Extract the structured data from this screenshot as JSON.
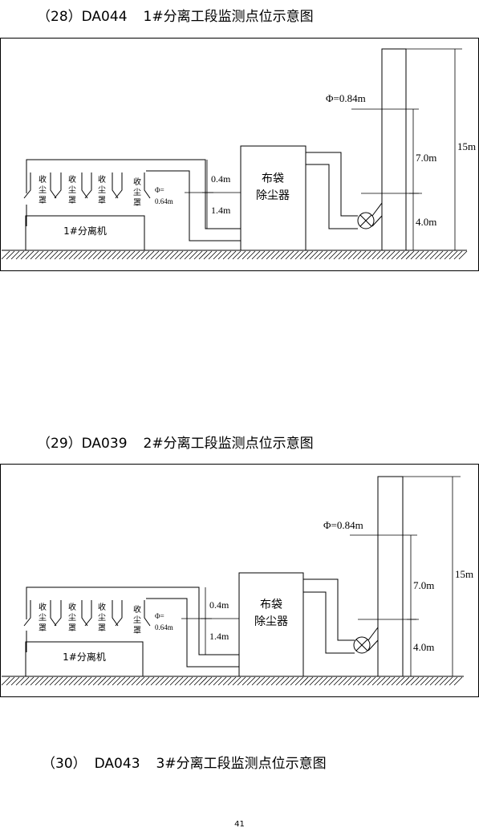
{
  "figures": [
    {
      "caption": {
        "num": "（28）",
        "code": "DA044",
        "title": "1#分离工段监测点位示意图"
      },
      "labels": {
        "separator": "1#分离机",
        "hood": [
          "收",
          "尘",
          "罩"
        ],
        "phi_small_sym": "Φ=",
        "phi_small_val": "0.64m",
        "h_upper": "0.4m",
        "h_lower": "1.4m",
        "filter_l1": "布袋",
        "filter_l2": "除尘器",
        "phi_large": "Φ=0.84m",
        "stack_upper": "7.0m",
        "stack_lower": "4.0m",
        "stack_total": "15m"
      }
    },
    {
      "caption": {
        "num": "（29）",
        "code": "DA039",
        "title": "2#分离工段监测点位示意图"
      },
      "labels": {
        "separator": "1#分离机",
        "hood": [
          "收",
          "尘",
          "罩"
        ],
        "phi_small_sym": "Φ=",
        "phi_small_val": "0.64m",
        "h_upper": "0.4m",
        "h_lower": "1.4m",
        "filter_l1": "布袋",
        "filter_l2": "除尘器",
        "phi_large": "Φ=0.84m",
        "stack_upper": "7.0m",
        "stack_lower": "4.0m",
        "stack_total": "15m"
      }
    }
  ],
  "caption3": {
    "num": "（30）",
    "code": "DA043",
    "title": "3#分离工段监测点位示意图"
  },
  "page_number": "41"
}
